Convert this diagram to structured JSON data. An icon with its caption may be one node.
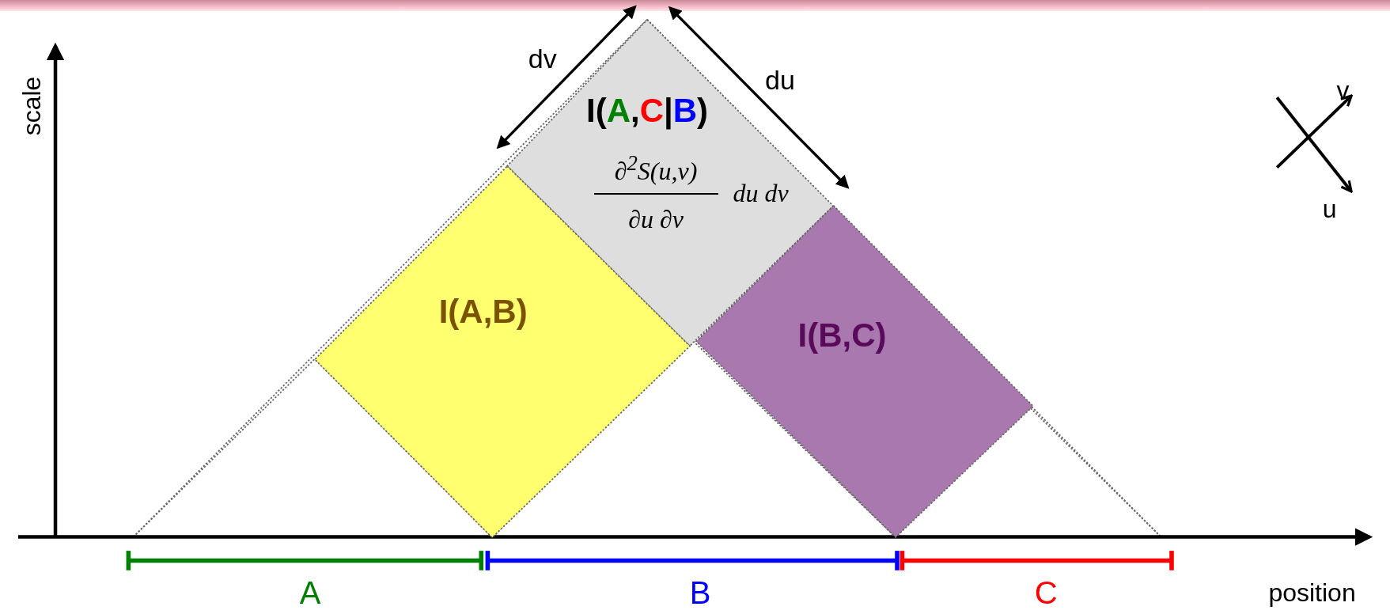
{
  "diagram": {
    "nodes": [
      {
        "text": [
          "I(A,C|B)",
          "∂$^{2}$S(u,v)",
          "∂u ∂v",
          "du dv"
        ]
      },
      {
        "text": [
          "I(A,B)"
        ]
      },
      {
        "text": [
          "I(B,C)"
        ]
      },
      {
        "text": [
          "A"
        ]
      },
      {
        "text": [
          "B"
        ]
      },
      {
        "text": [
          "C"
        ]
      }
    ],
    "labels": [
      "dv",
      "du",
      "scale",
      "v",
      "u",
      "position"
    ]
  }
}
